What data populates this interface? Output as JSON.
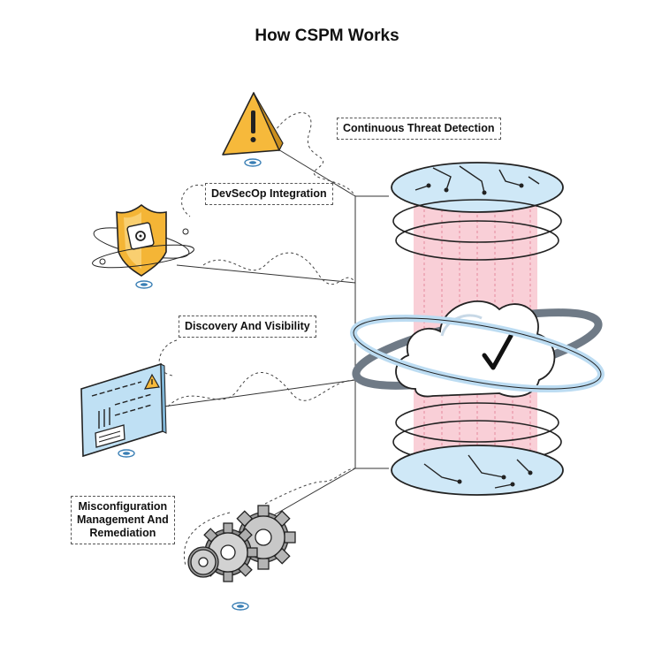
{
  "title": "How CSPM Works",
  "items": [
    {
      "label": "Continuous Threat Detection",
      "icon": "warning-icon"
    },
    {
      "label": "DevSecOp Integration",
      "icon": "shield-gear-icon"
    },
    {
      "label": "Discovery And Visibility",
      "icon": "monitor-alert-icon"
    },
    {
      "label_lines": [
        "Misconfiguration",
        "Management And",
        "Remediation"
      ],
      "icon": "gears-icon"
    }
  ],
  "center": {
    "icon": "cloud-server-check-icon"
  },
  "colors": {
    "warning_fill": "#f6b93b",
    "shield_fill": "#f4b536",
    "screen_fill": "#bfe0f4",
    "disk_fill": "#cfe8f7",
    "beam_pink": "#f5a9b8",
    "gear_gray": "#9a9a9a"
  }
}
